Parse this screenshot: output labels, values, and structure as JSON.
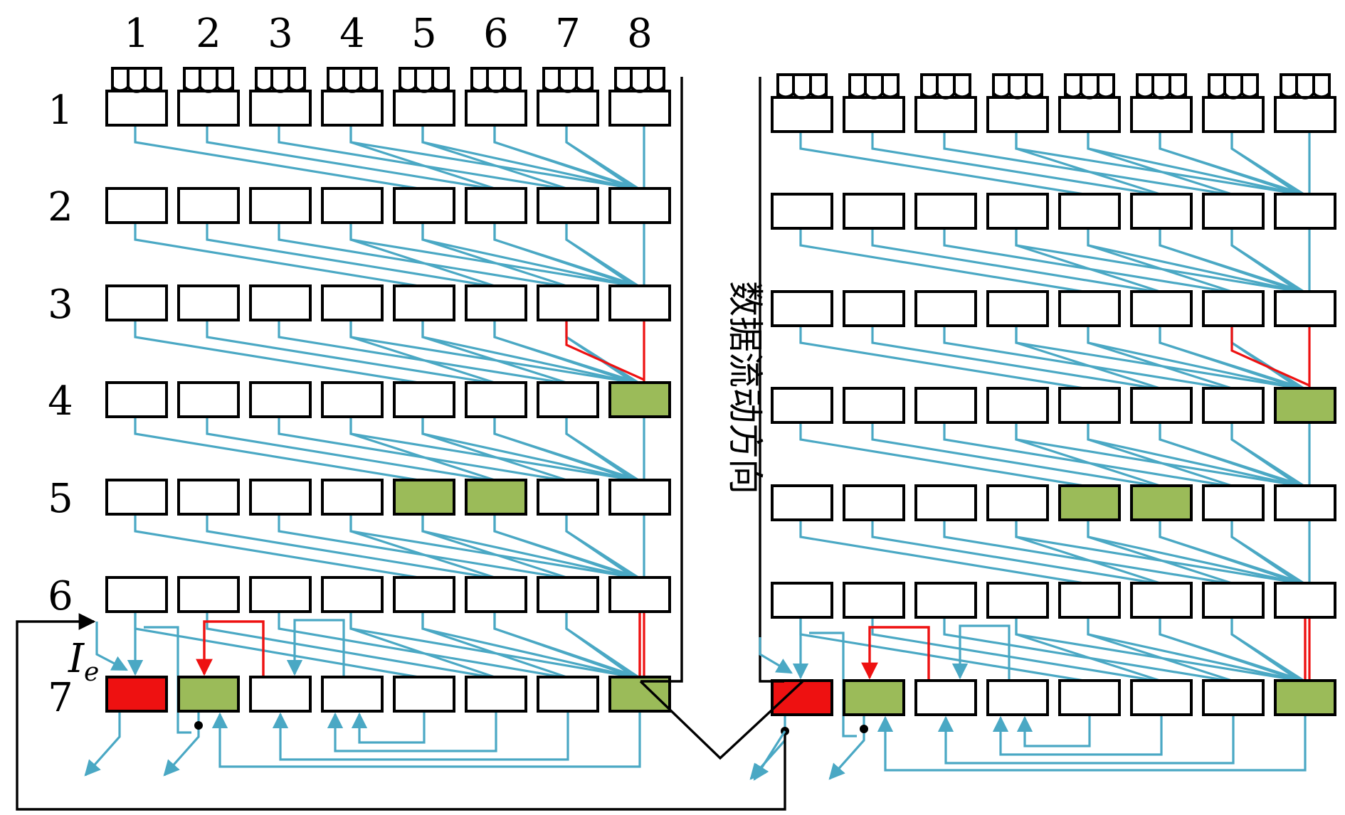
{
  "column_labels": [
    "1",
    "2",
    "3",
    "4",
    "5",
    "6",
    "7",
    "8"
  ],
  "row_labels": [
    "1",
    "2",
    "3",
    "4",
    "5",
    "6",
    "7"
  ],
  "current_label": "I",
  "current_subscript": "e",
  "flow_label": "数据流动方向",
  "colors": {
    "link": "#4aa8c4",
    "fault_link": "#ee1111",
    "faulty": "#ee1111",
    "spare": "#9bbb59",
    "normal": "#ffffff",
    "outline": "#000000"
  },
  "panels": [
    {
      "name": "left",
      "green": [
        [
          4,
          8
        ],
        [
          5,
          5
        ],
        [
          5,
          6
        ],
        [
          7,
          2
        ],
        [
          7,
          8
        ]
      ],
      "red": [
        [
          7,
          1
        ]
      ]
    },
    {
      "name": "right",
      "green": [
        [
          4,
          8
        ],
        [
          5,
          5
        ],
        [
          5,
          6
        ],
        [
          7,
          2
        ],
        [
          7,
          8
        ]
      ],
      "red": [
        [
          7,
          1
        ]
      ]
    }
  ]
}
